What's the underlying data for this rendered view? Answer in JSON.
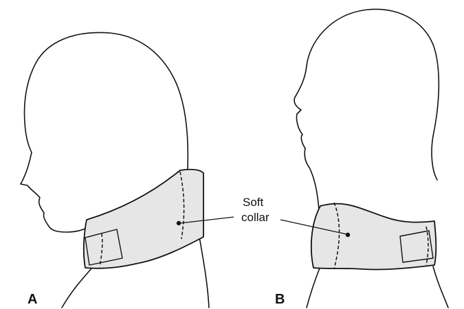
{
  "panels": [
    {
      "letter": "A"
    },
    {
      "letter": "B"
    }
  ],
  "annotation": {
    "line1": "Soft",
    "line2": "collar"
  },
  "colors": {
    "collar_fill": "#e6e6e6",
    "line": "#111111",
    "background": "#ffffff"
  }
}
